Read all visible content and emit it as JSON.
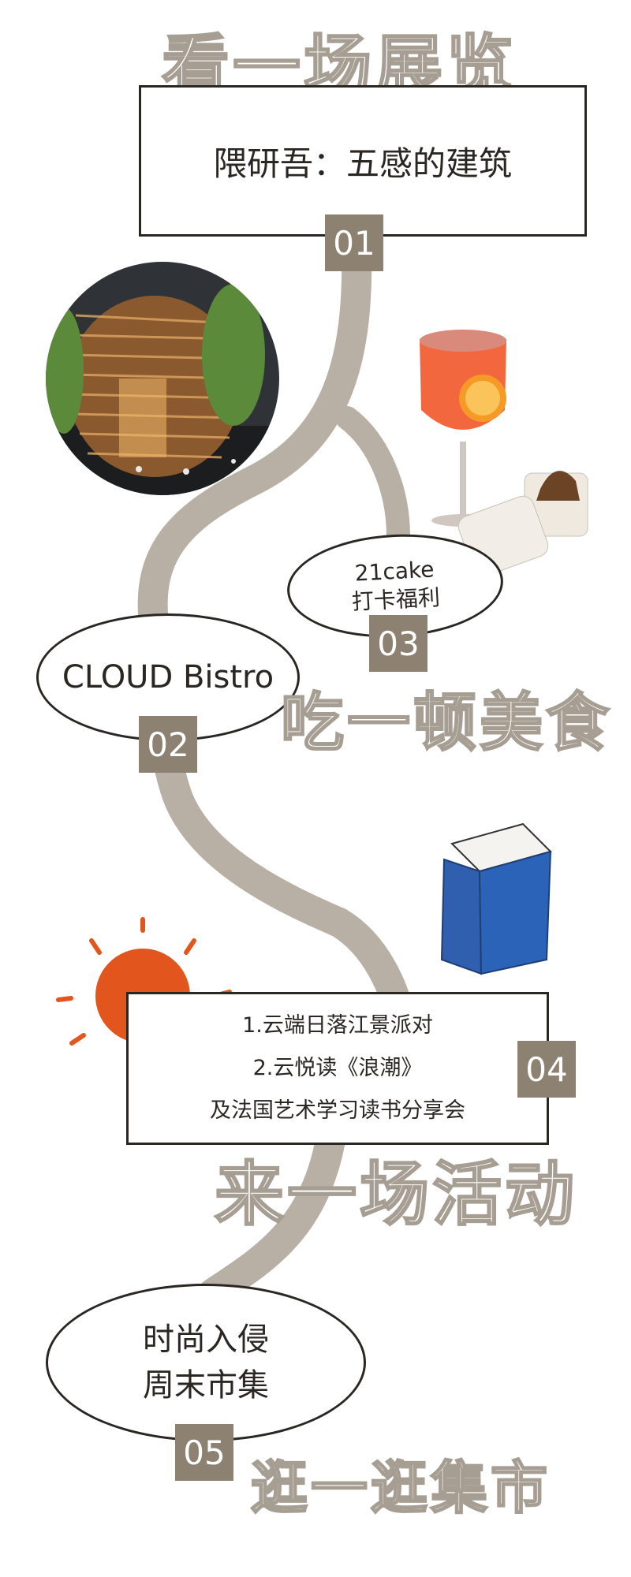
{
  "sections": [
    {
      "heading": "看一场展览",
      "number": "01",
      "lines": [
        "隈研吾：五感的建筑"
      ]
    },
    {
      "heading": "吃一顿美食",
      "number": "02",
      "lines": [
        "CLOUD Bistro"
      ]
    },
    {
      "heading": "",
      "number": "03",
      "lines": [
        "21cake",
        "打卡福利"
      ]
    },
    {
      "heading": "来一场活动",
      "number": "04",
      "lines": [
        "1.云端日落江景派对",
        "2.云悦读《浪潮》",
        "及法国艺术学习读书分享会"
      ]
    },
    {
      "heading": "逛一逛集市",
      "number": "05",
      "lines": [
        "时尚入侵",
        "周末市集"
      ]
    }
  ],
  "colors": {
    "road": "#b9b0a5",
    "badge": "#8d8272",
    "outline": "#a79e93",
    "border": "#2a2622",
    "sun": "#e2561d",
    "book": "#2a63b8"
  },
  "images": [
    "bamboo-pavilion-photo",
    "spritz-cocktail-photo",
    "cake-box-photo",
    "blue-book-drawing",
    "sun-drawing"
  ]
}
